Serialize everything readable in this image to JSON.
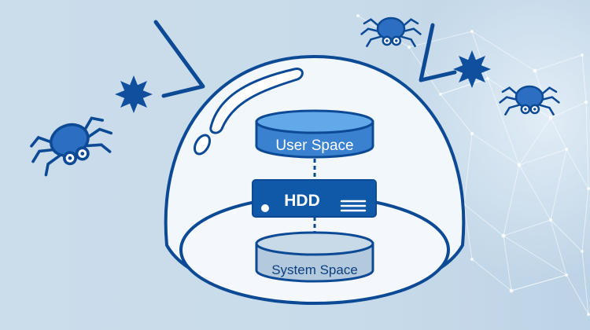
{
  "labels": {
    "user_space": "User Space",
    "hdd": "HDD",
    "system_space": "System Space"
  },
  "colors": {
    "background": "#c9dceb",
    "dome_fill": "#f2f7fb",
    "outline": "#0d4a96",
    "drive_blue": "#3a82cf",
    "drive_top": "#62a9ea",
    "hdd_body": "#0f59a8",
    "system_drive": "#b3c9dd",
    "system_drive_top": "#c8d9e8",
    "network_lines": "#ffffff"
  },
  "icons": [
    "virus-star-icon",
    "spider-bug-icon"
  ]
}
